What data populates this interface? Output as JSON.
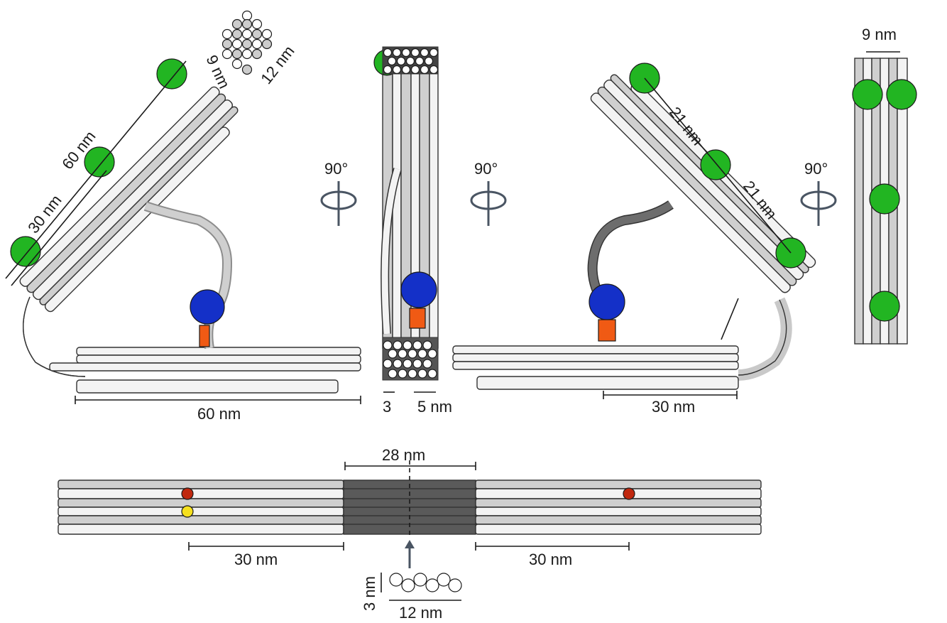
{
  "labels": {
    "v1_len_top": "60 nm",
    "v1_len_30": "30 nm",
    "v1_9": "9 nm",
    "v1_12": "12 nm",
    "v1_bottom": "60 nm",
    "rot1": "90°",
    "rot2": "90°",
    "rot3": "90°",
    "v2_3": "3",
    "v2_5": "5 nm",
    "v3_21a": "21 nm",
    "v3_21b": "21 nm",
    "v3_30": "30 nm",
    "v4_9": "9 nm",
    "bar_28": "28 nm",
    "bar_30l": "30 nm",
    "bar_30r": "30 nm",
    "cs_3": "3 nm",
    "cs_12": "12 nm"
  },
  "colors": {
    "green": "#22b522",
    "blue": "#1430c8",
    "orange": "#f05a14",
    "red": "#c0280f",
    "yellow": "#f5e01e",
    "arrow": "#4a5563"
  }
}
